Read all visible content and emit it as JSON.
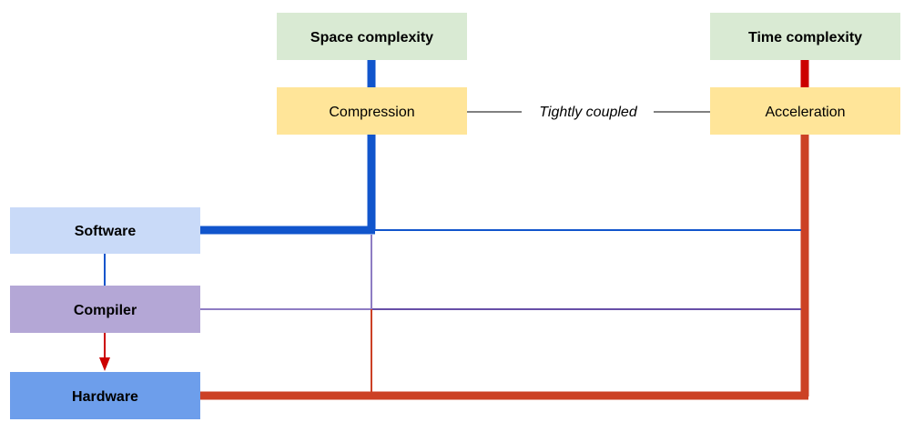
{
  "boxes": {
    "space_complexity": "Space complexity",
    "time_complexity": "Time complexity",
    "compression": "Compression",
    "acceleration": "Acceleration",
    "software": "Software",
    "compiler": "Compiler",
    "hardware": "Hardware"
  },
  "link_label": "Tightly coupled",
  "colors": {
    "green_fill": "#d9ead3",
    "yellow_fill": "#ffe599",
    "software_fill": "#c9daf8",
    "compiler_fill": "#b4a7d6",
    "hardware_fill": "#6d9eeb",
    "blue_line": "#1155cc",
    "red_line": "#cc4125",
    "purple_line": "#674ea7",
    "light_purple_line": "#8e7cc3",
    "arrow_red": "#cc0000",
    "connector_gray": "#000000"
  }
}
